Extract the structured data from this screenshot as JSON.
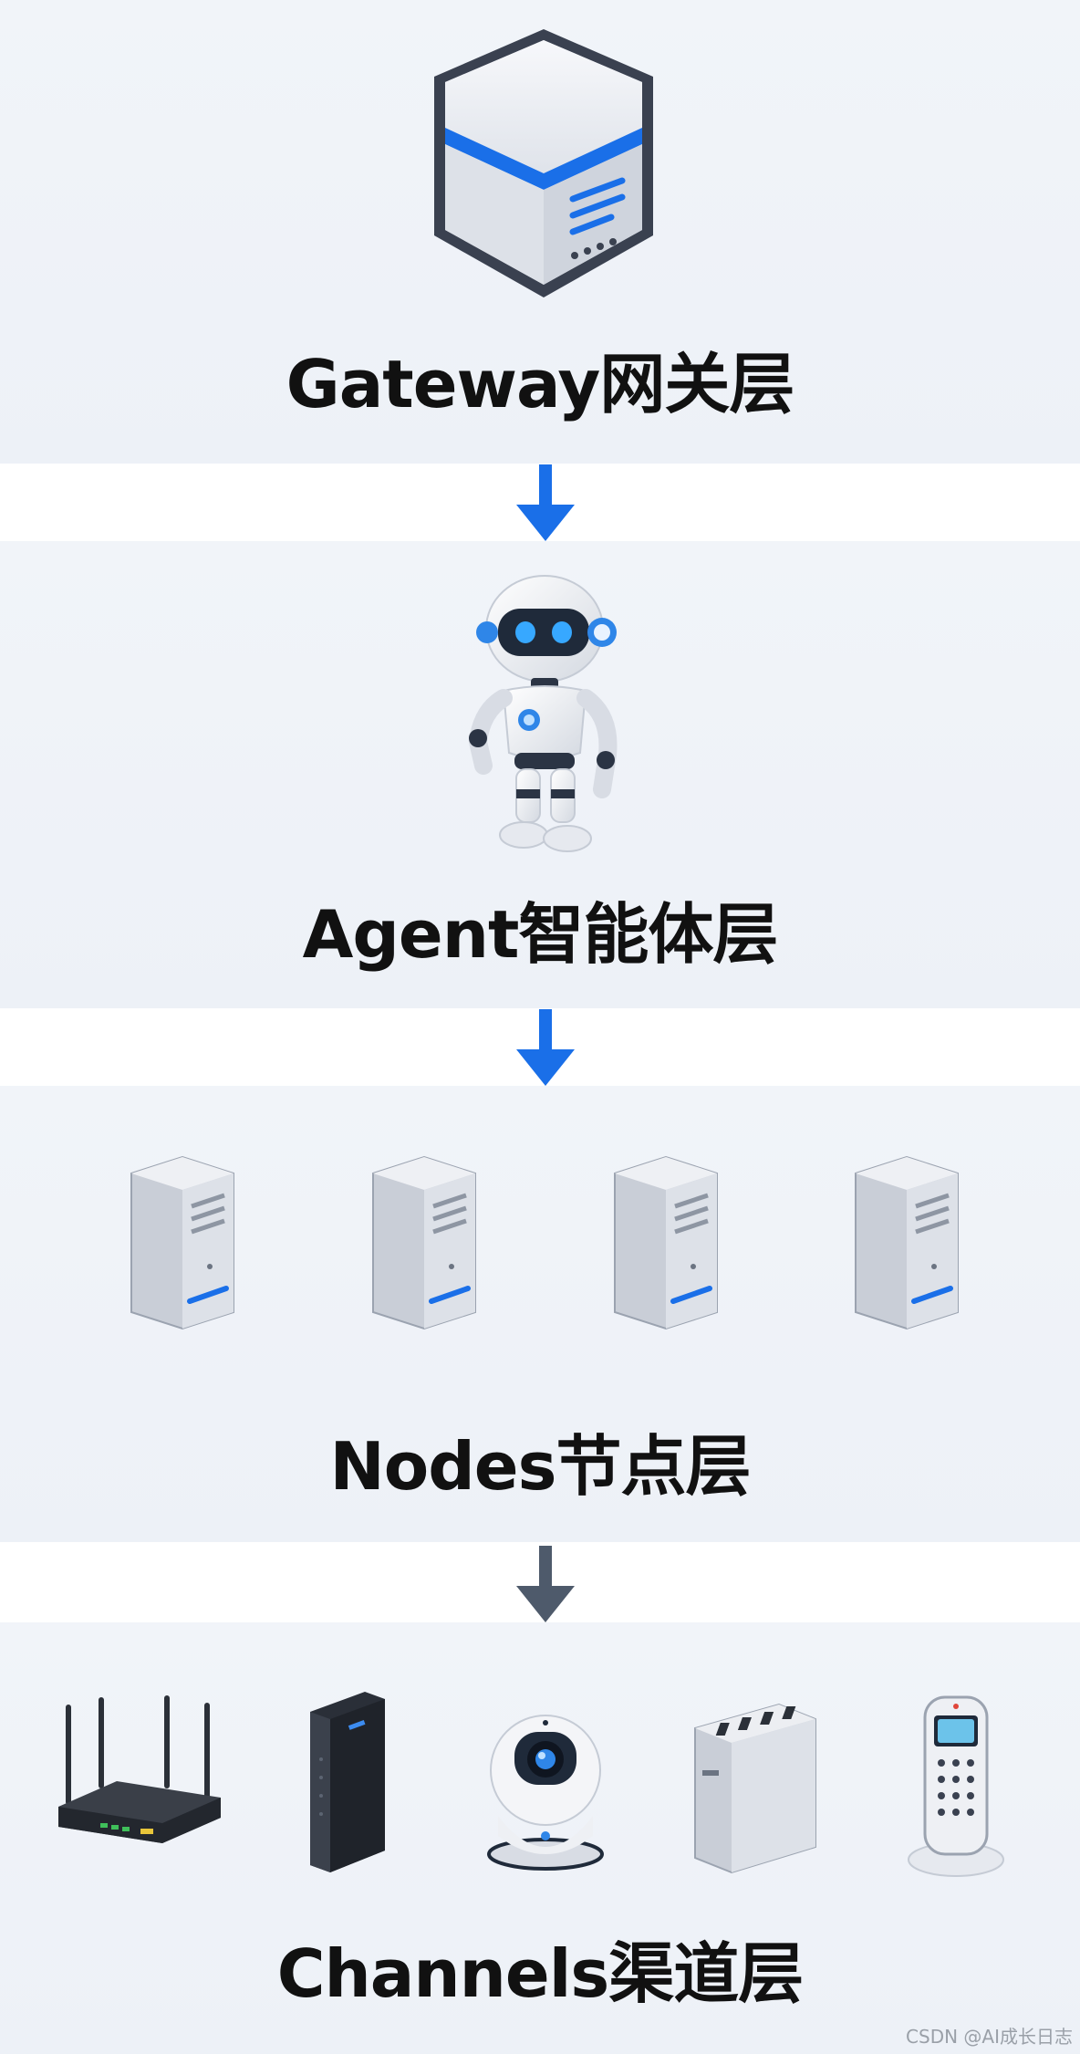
{
  "layers": {
    "gateway": {
      "title": "Gateway网关层"
    },
    "agent": {
      "title": "Agent智能体层"
    },
    "nodes": {
      "title": "Nodes节点层"
    },
    "channels": {
      "title": "Channels渠道层"
    }
  },
  "icons": {
    "gateway": "gateway-server-icon",
    "agent": "robot-icon",
    "nodes": [
      "server-tower-icon",
      "server-tower-icon",
      "server-tower-icon",
      "server-tower-icon"
    ],
    "channels": [
      "wifi-router-icon",
      "modem-icon",
      "security-camera-icon",
      "usb-hub-icon",
      "phone-icon"
    ]
  },
  "colors": {
    "accent": "#1a6fe8",
    "arrow_blue": "#1a6fe8",
    "arrow_gray": "#4e5a6b",
    "band": "#eef2f8"
  },
  "watermark": "CSDN @AI成长日志"
}
